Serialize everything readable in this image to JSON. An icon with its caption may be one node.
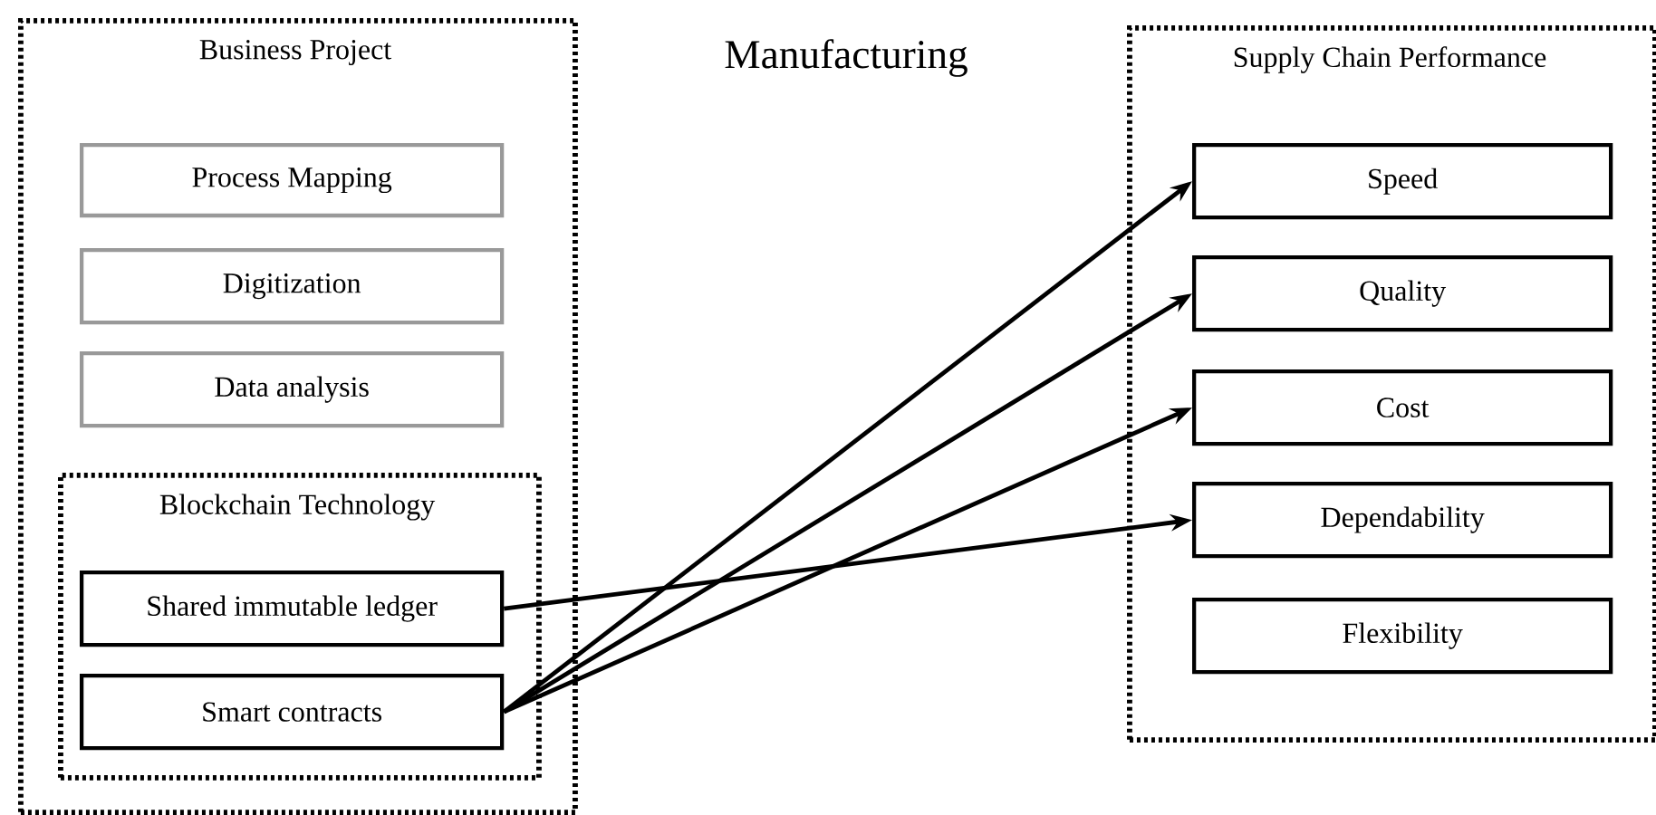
{
  "diagram": {
    "title": "Manufacturing",
    "nodes": [
      {
        "text": [
          "Business Project"
        ]
      },
      {
        "text": [
          "Process Mapping"
        ],
        "in": 0
      },
      {
        "text": [
          "Digitization"
        ],
        "in": 0
      },
      {
        "text": [
          "Data analysis"
        ],
        "in": 0
      },
      {
        "text": [
          "Blockchain Technology"
        ],
        "in": 0
      },
      {
        "text": [
          "Shared immutable ledger"
        ],
        "in": 4
      },
      {
        "text": [
          "Smart contracts"
        ],
        "in": 4
      },
      {
        "text": [
          "Supply Chain Performance"
        ]
      },
      {
        "text": [
          "Speed"
        ],
        "in": 7
      },
      {
        "text": [
          "Quality"
        ],
        "in": 7
      },
      {
        "text": [
          "Cost"
        ],
        "in": 7
      },
      {
        "text": [
          "Dependability"
        ],
        "in": 7
      },
      {
        "text": [
          "Flexibility"
        ],
        "in": 7
      }
    ],
    "edges": [
      {
        "from": 5,
        "to": 11,
        "arrow": "to"
      },
      {
        "from": 6,
        "to": 8,
        "arrow": "to"
      },
      {
        "from": 6,
        "to": 9,
        "arrow": "to"
      },
      {
        "from": 6,
        "to": 10,
        "arrow": "to"
      }
    ]
  }
}
